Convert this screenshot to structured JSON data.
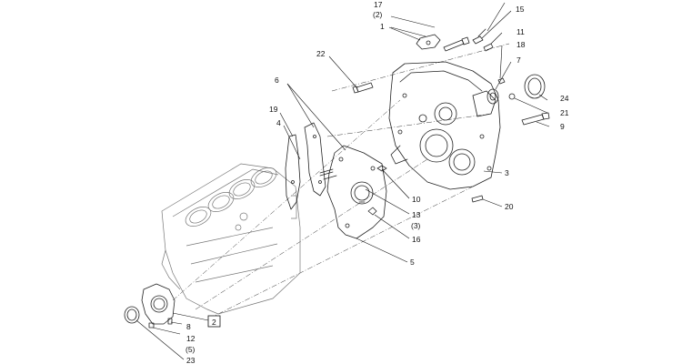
{
  "diagram": {
    "callouts": {
      "c17": "17",
      "c17q": "(2)",
      "c15": "15",
      "c1": "1",
      "c11": "11",
      "c18": "18",
      "c22": "22",
      "c7": "7",
      "c24": "24",
      "c21": "21",
      "c9": "9",
      "c6": "6",
      "c19": "19",
      "c4": "4",
      "c3": "3",
      "c10": "10",
      "c13": "13",
      "c13q": "(3)",
      "c16": "16",
      "c20": "20",
      "c5": "5",
      "c2": "2",
      "c8": "8",
      "c12": "12",
      "c12q": "(5)",
      "c23": "23"
    },
    "parts": [
      "engine-block",
      "rear-gear-housing",
      "gasket",
      "rear-plate",
      "gear-housing-gasket",
      "crankshaft-rear-seal",
      "front-seal-housing",
      "cover-plate",
      "bolts",
      "seals"
    ]
  }
}
